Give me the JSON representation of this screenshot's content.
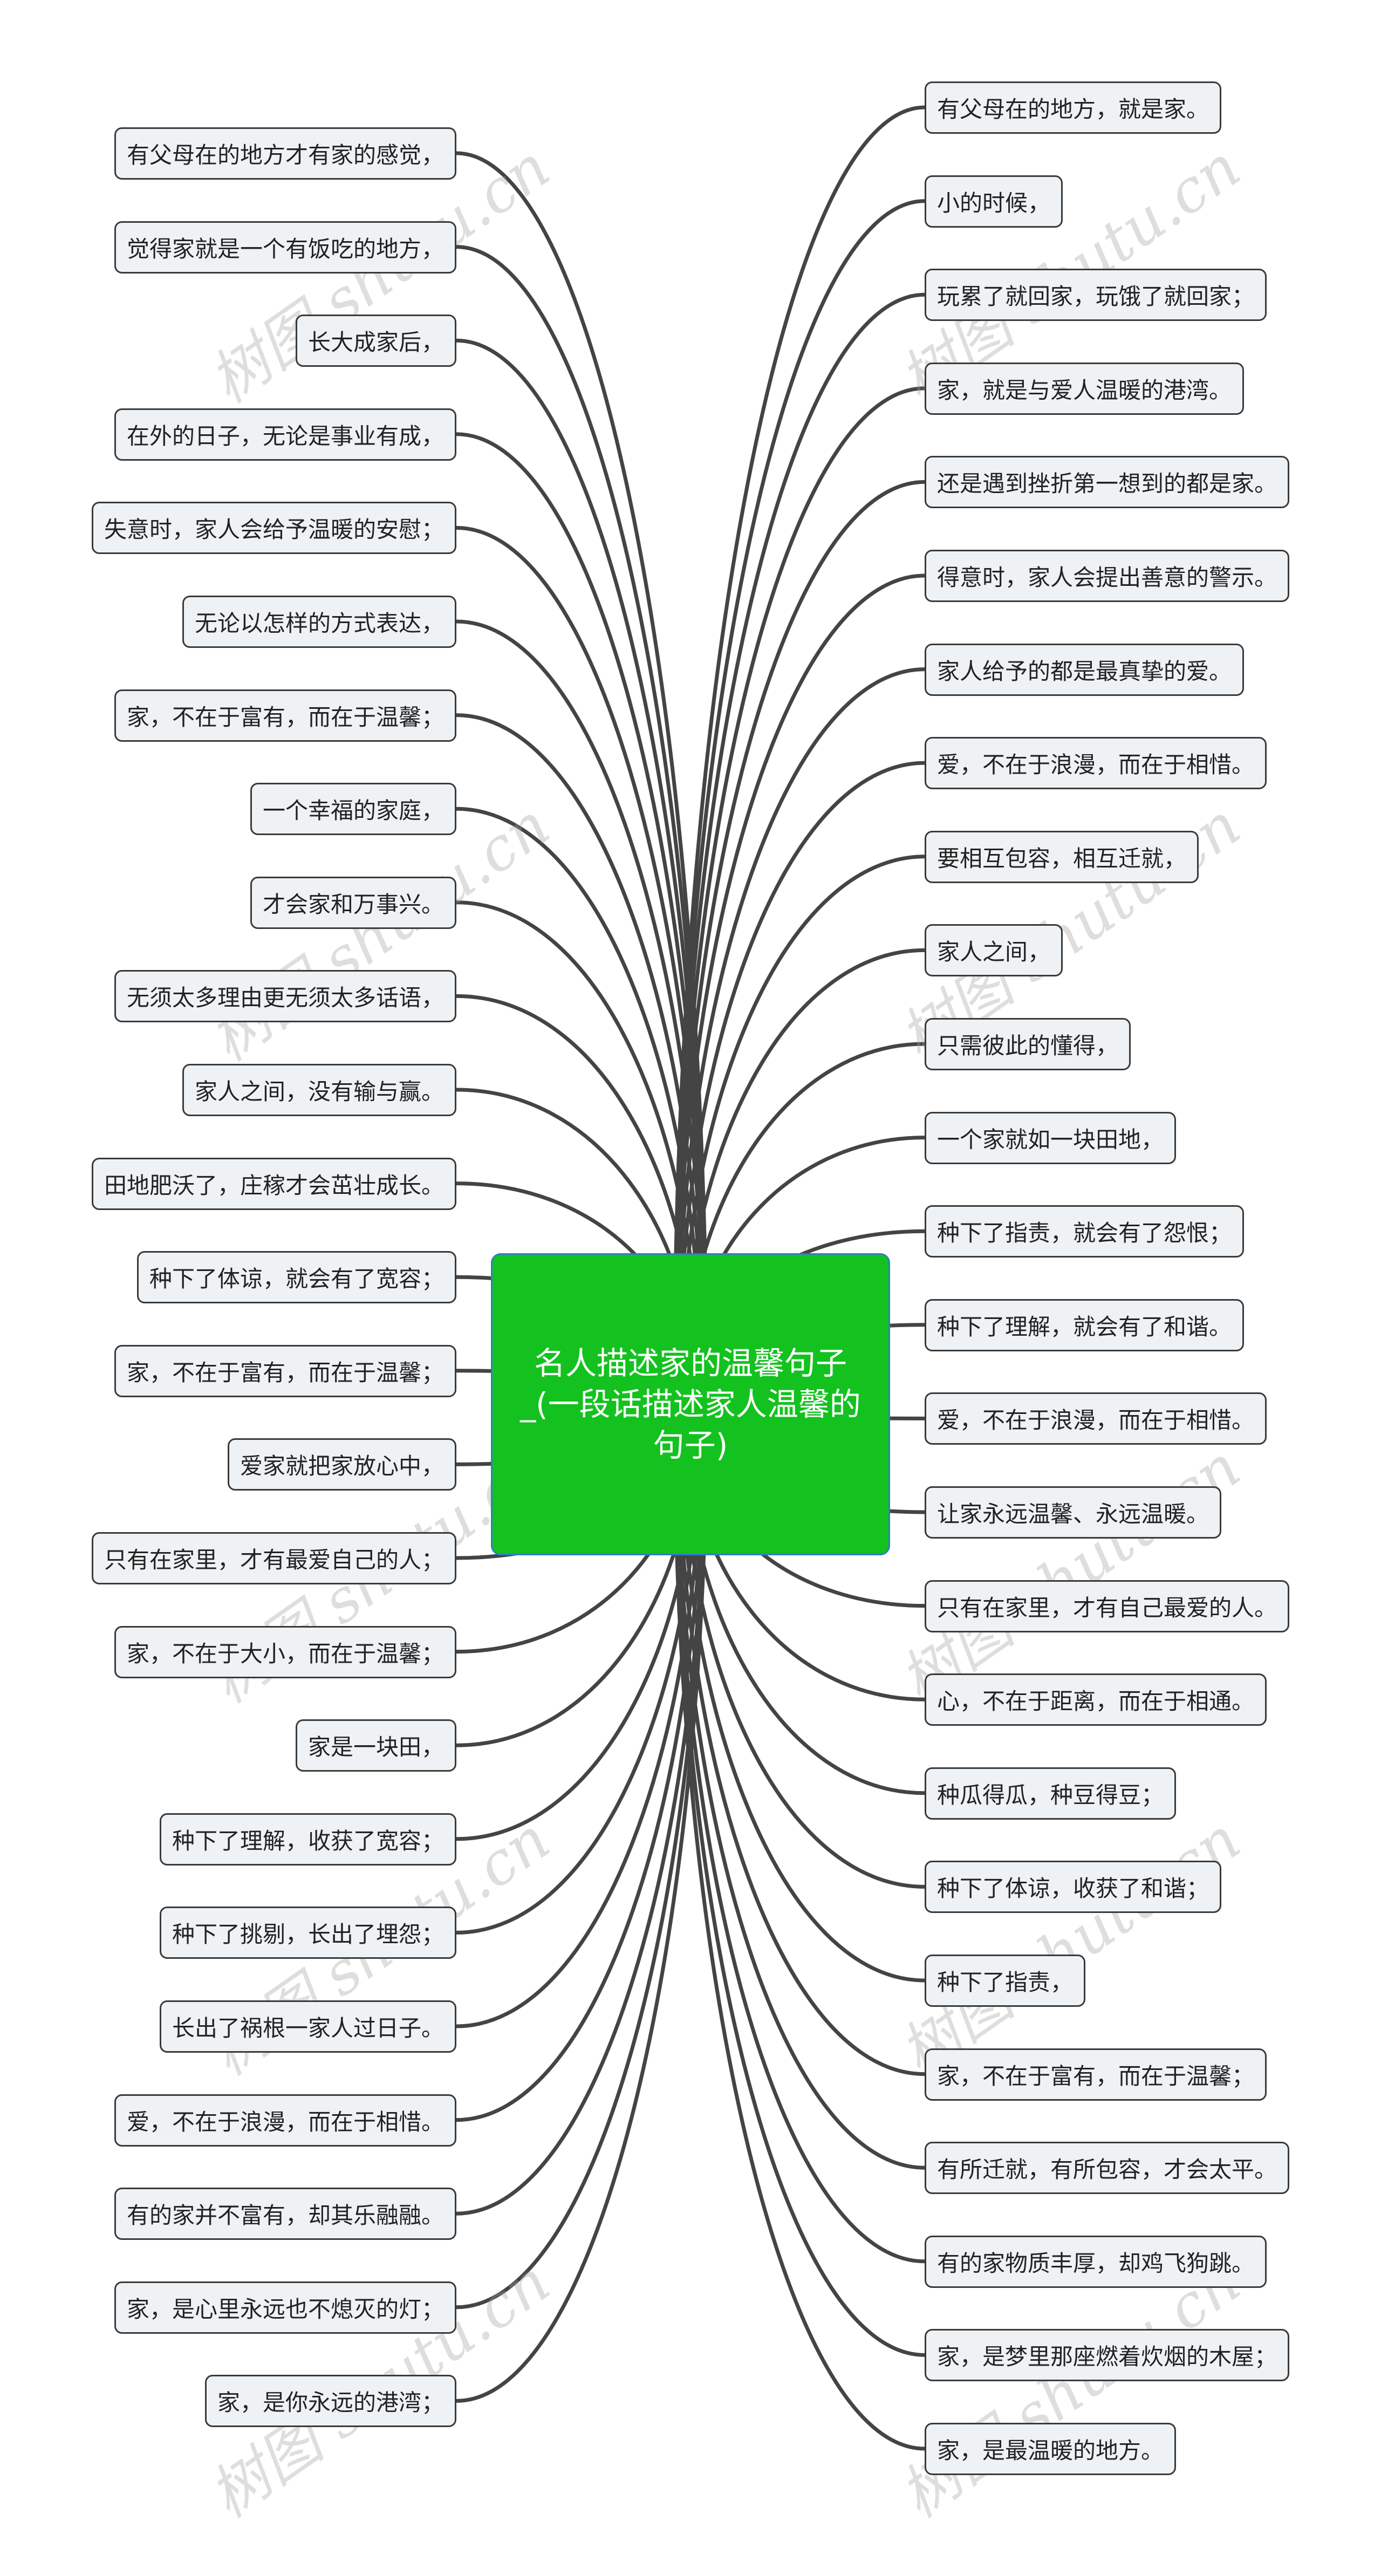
{
  "title": "名人描述家的温馨句子_(一段话描述家人温馨的句子)",
  "watermark": "树图 shutu.cn",
  "colors": {
    "center_bg": "#13c21f",
    "center_border": "#2d7fc8",
    "node_bg": "#eff2f5",
    "line": "#444444"
  },
  "left_nodes": [
    "有父母在的地方才有家的感觉，",
    "觉得家就是一个有饭吃的地方，",
    "长大成家后，",
    "在外的日子，无论是事业有成，",
    "失意时，家人会给予温暖的安慰；",
    "无论以怎样的方式表达，",
    "家，不在于富有，而在于温馨；",
    "一个幸福的家庭，",
    "才会家和万事兴。",
    "无须太多理由更无须太多话语，",
    "家人之间，没有输与赢。",
    "田地肥沃了，庄稼才会茁壮成长。",
    "种下了体谅，就会有了宽容；",
    "家，不在于富有，而在于温馨；",
    "爱家就把家放心中，",
    "只有在家里，才有最爱自己的人；",
    "家，不在于大小，而在于温馨；",
    "家是一块田，",
    "种下了理解，收获了宽容；",
    "种下了挑剔，长出了埋怨；",
    "长出了祸根一家人过日子。",
    "爱，不在于浪漫，而在于相惜。",
    "有的家并不富有，却其乐融融。",
    "家，是心里永远也不熄灭的灯；",
    "家，是你永远的港湾；"
  ],
  "right_nodes": [
    "有父母在的地方，就是家。",
    "小的时候，",
    "玩累了就回家，玩饿了就回家；",
    "家，就是与爱人温暖的港湾。",
    "还是遇到挫折第一想到的都是家。",
    "得意时，家人会提出善意的警示。",
    "家人给予的都是最真挚的爱。",
    "爱，不在于浪漫，而在于相惜。",
    "要相互包容，相互迁就，",
    "家人之间，",
    "只需彼此的懂得，",
    "一个家就如一块田地，",
    "种下了指责，就会有了怨恨；",
    "种下了理解，就会有了和谐。",
    "爱，不在于浪漫，而在于相惜。",
    "让家永远温馨、永远温暖。",
    "只有在家里，才有自己最爱的人。",
    "心，不在于距离，而在于相通。",
    "种瓜得瓜，种豆得豆；",
    "种下了体谅，收获了和谐；",
    "种下了指责，",
    "家，不在于富有，而在于温馨；",
    "有所迁就，有所包容，才会太平。",
    "有的家物质丰厚，却鸡飞狗跳。",
    "家，是梦里那座燃着炊烟的木屋；",
    "家，是最温暖的地方。"
  ]
}
